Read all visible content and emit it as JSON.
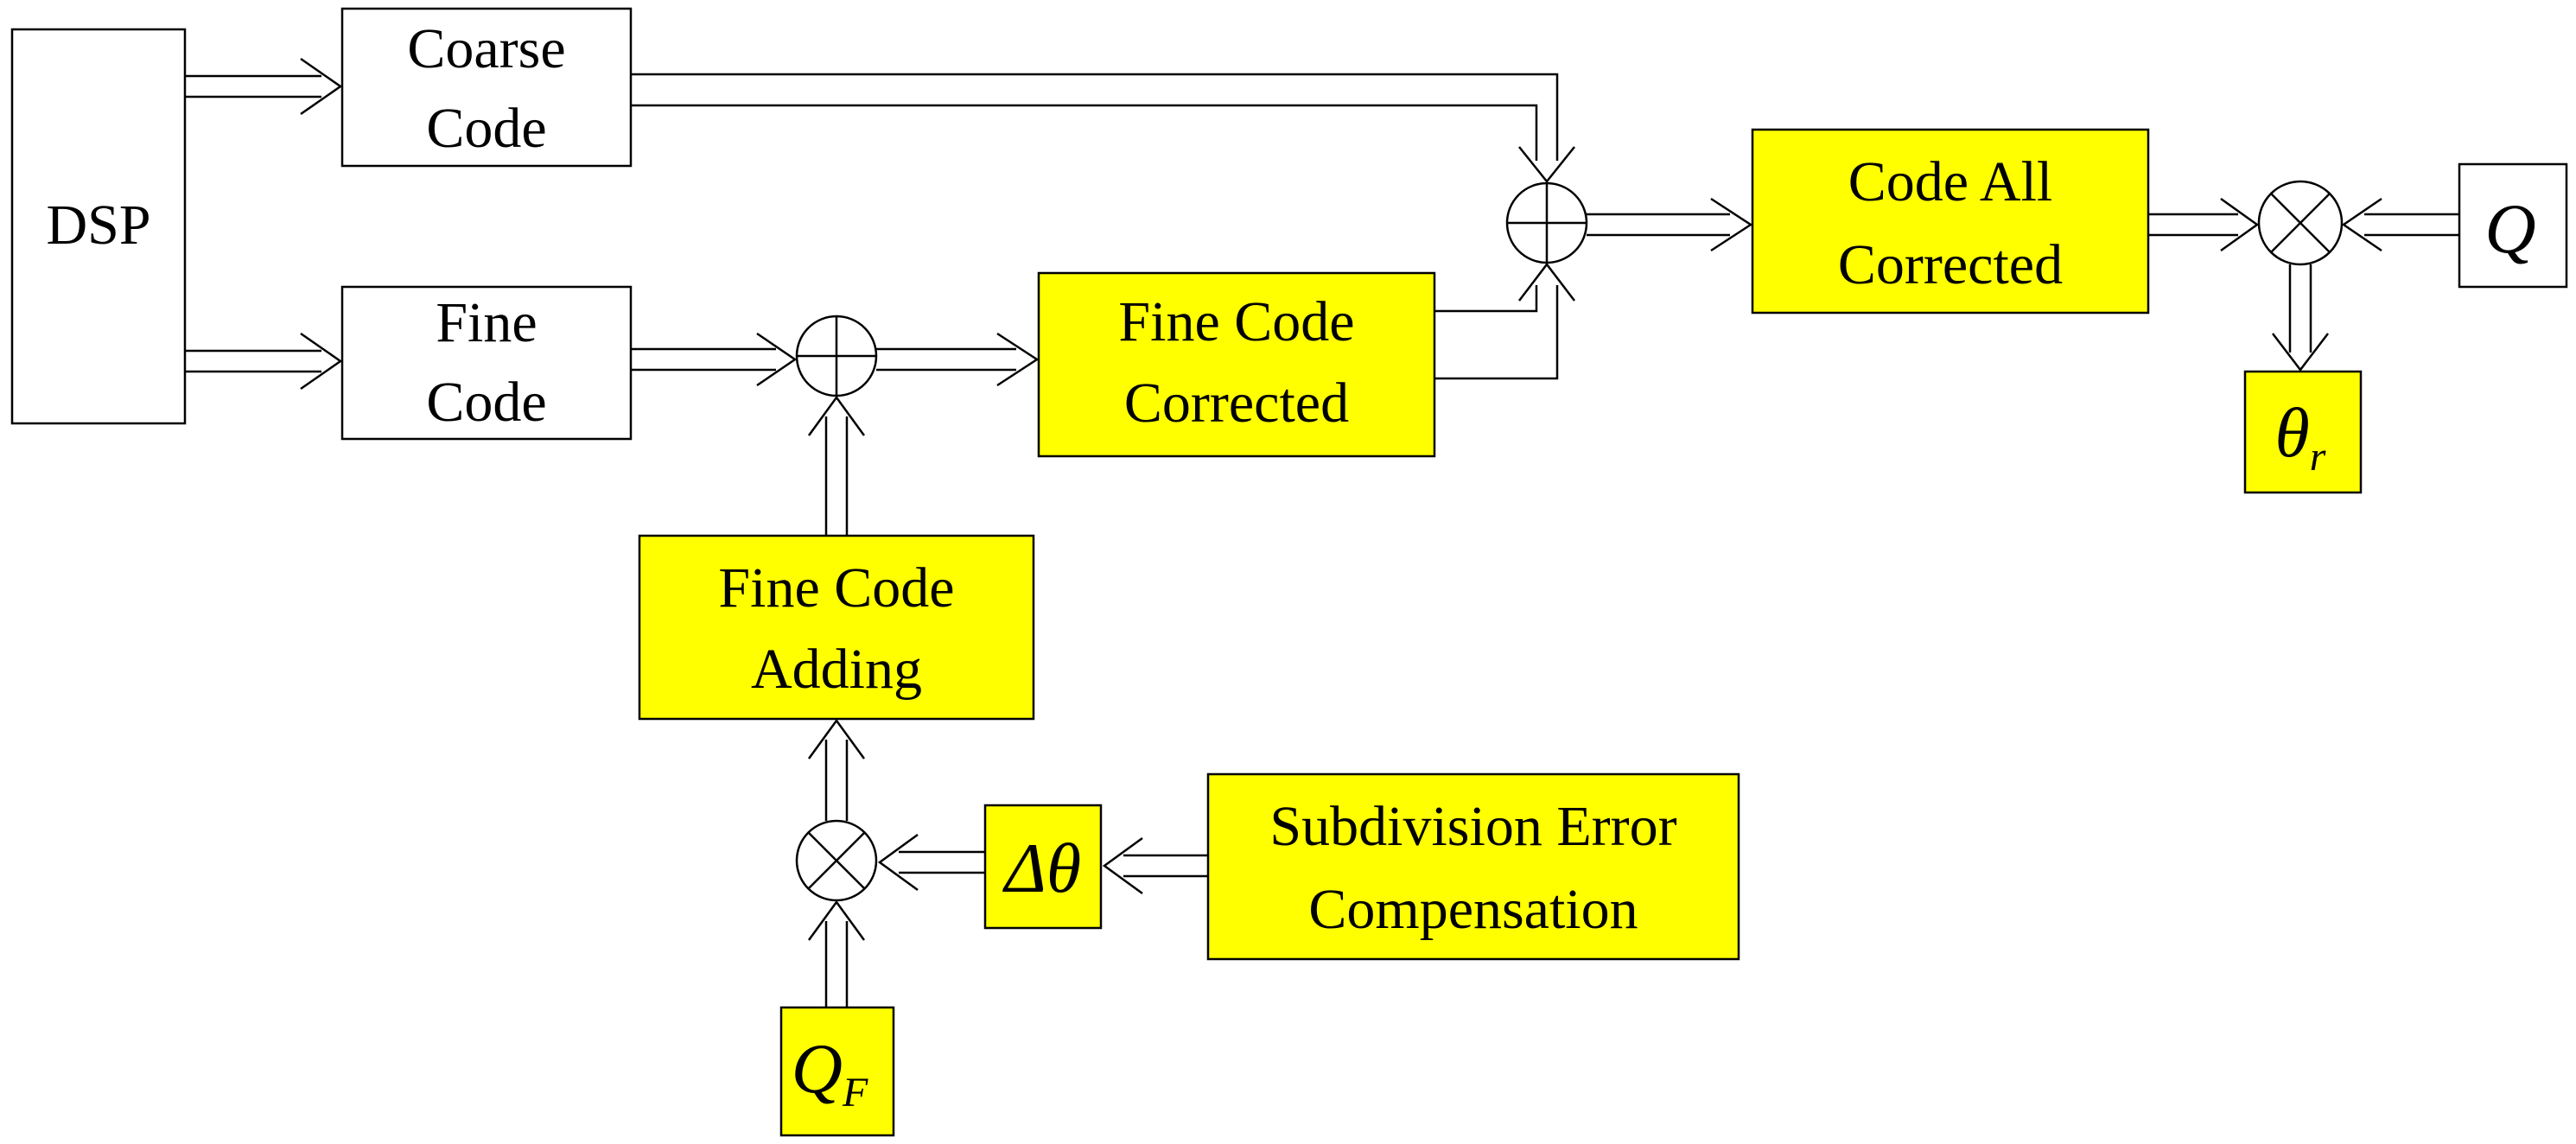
{
  "colors": {
    "highlight_fill": "#ffff00",
    "plain_fill": "#ffffff",
    "stroke": "#000000"
  },
  "blocks": {
    "dsp": "DSP",
    "coarse_code": [
      "Coarse",
      "Code"
    ],
    "fine_code": [
      "Fine",
      "Code"
    ],
    "fine_code_corrected": [
      "Fine Code",
      "Corrected"
    ],
    "code_all_corrected": [
      "Code All",
      "Corrected"
    ],
    "fine_code_adding": [
      "Fine Code",
      "Adding"
    ],
    "subdivision_error_compensation": [
      "Subdivision Error",
      "Compensation"
    ]
  },
  "symbols": {
    "q": "Q",
    "theta_r_main": "θ",
    "theta_r_sub": "r",
    "delta_theta_main": "Δθ",
    "q_f_main": "Q",
    "q_f_sub": "F"
  },
  "operators": {
    "adder_icon": "circle-plus-icon",
    "multiplier_icon": "circle-times-icon"
  }
}
